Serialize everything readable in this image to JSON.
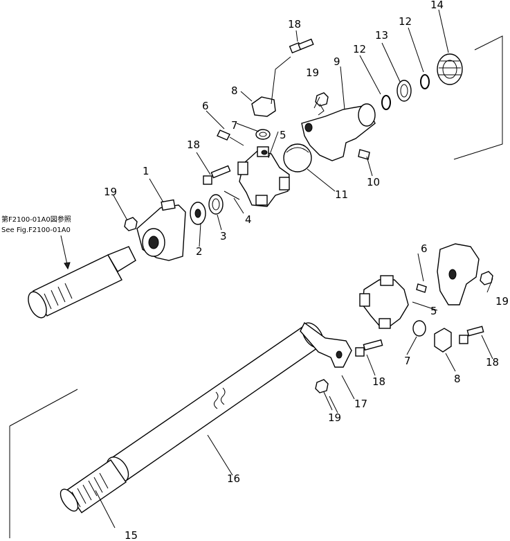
{
  "reference": {
    "line1": "第F2100-01A0図参照",
    "line2": "See Fig.F2100-01A0"
  },
  "callouts": [
    "1",
    "2",
    "3",
    "4",
    "5",
    "5",
    "6",
    "6",
    "7",
    "7",
    "8",
    "8",
    "9",
    "10",
    "11",
    "12",
    "12",
    "13",
    "14",
    "15",
    "16",
    "17",
    "18",
    "18",
    "18",
    "18",
    "19",
    "19",
    "19",
    "19"
  ]
}
